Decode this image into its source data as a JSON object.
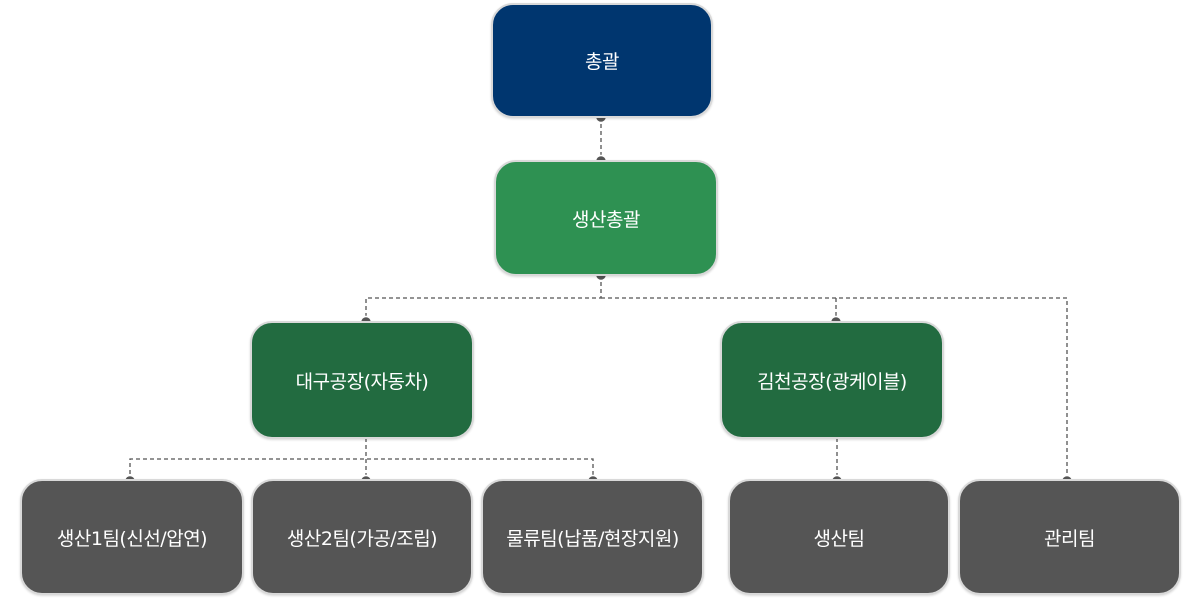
{
  "nodes": {
    "ceo": "총괄",
    "production": "생산총괄",
    "daegu": "대구공장(자동차)",
    "gimcheon": "김천공장(광케이블)",
    "team1": "생산1팀(신선/압연)",
    "team2": "생산2팀(가공/조립)",
    "logistics": "물류팀(납품/현장지원)",
    "gimcheon_prod": "생산팀",
    "management": "관리팀"
  },
  "colors": {
    "ceo": "#00366f",
    "production": "#2e9152",
    "factory": "#226b40",
    "team": "#555555",
    "connector": "#555555"
  }
}
